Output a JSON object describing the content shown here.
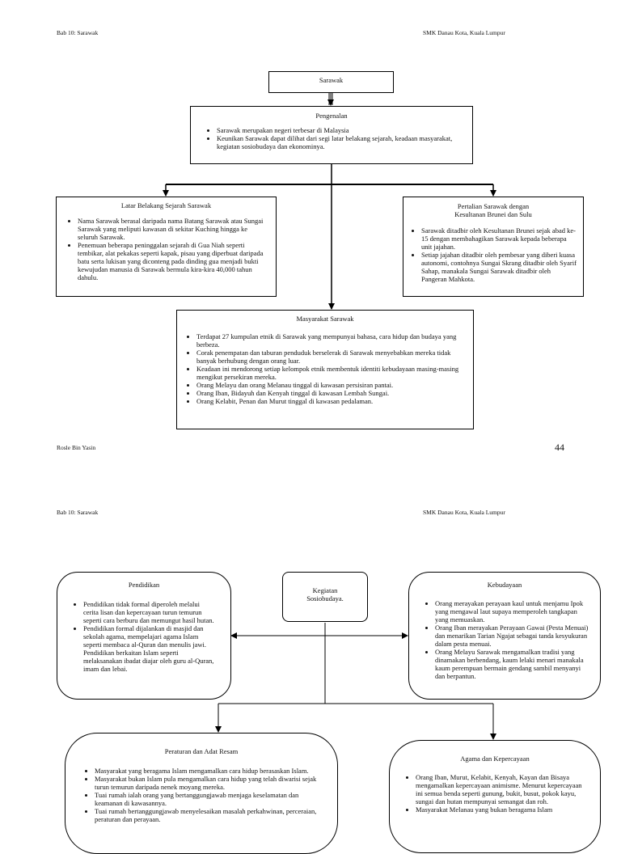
{
  "page1": {
    "header_left": "Bab 10: Sarawak",
    "header_right": "SMK Danau Kota, Kuala Lumpur",
    "top_title": "Sarawak",
    "pengenalan": {
      "title": "Pengenalan",
      "items": [
        "Sarawak merupakan negeri terbesar di Malaysia",
        "Keunikan Sarawak dapat dilihat dari segi latar belakang sejarah, keadaan masyarakat, kegiatan sosiobudaya dan ekonominya."
      ]
    },
    "sejarah": {
      "title": "Latar Belakang Sejarah Sarawak",
      "items": [
        "Nama Sarawak berasal daripada nama Batang Sarawak atau Sungai Sarawak yang meliputi kawasan di sekitar Kuching hingga ke seluruh Sarawak.",
        "Penemuan beberapa peninggalan sejarah di Gua Niah seperti tembikar, alat pekakas seperti kapak, pisau yang diperbuat daripada batu serta lukisan yang diconteng pada dinding gua menjadi bukti kewujudan manusia di Sarawak bermula kira-kira 40,000 tahun dahulu."
      ]
    },
    "pertalian": {
      "title_line1": "Pertalian Sarawak dengan",
      "title_line2": "Kesultanan Brunei dan Sulu",
      "items": [
        "Sarawak ditadbir oleh Kesultanan Brunei sejak abad ke-15 dengan membahagikan Sarawak kepada beberapa unit jajahan.",
        "Setiap jajahan ditadbir oleh pembesar yang diberi kuasa autonomi, contohnya Sungai Skrang ditadbir oleh Syarif Sahap, manakala Sungai Sarawak ditadbir oleh Pangeran Mahkota."
      ]
    },
    "masyarakat": {
      "title": "Masyarakat Sarawak",
      "items": [
        "Terdapat 27 kumpulan etnik di Sarawak yang mempunyai bahasa, cara hidup dan budaya yang berbeza.",
        "Corak penempatan dan taburan penduduk berselerak di Sarawak menyebabkan mereka tidak banyak berhubung dengan orang luar.",
        "Keadaan ini mendorong setiap kelompok etnik membentuk identiti kebudayaan masing-masing mengikut persekiran mereka.",
        "Orang Melayu dan orang Melanau tinggal di kawasan persisiran pantai.",
        "Orang Iban, Bidayuh dan Kenyah tinggal di kawasan Lembah Sungai.",
        "Orang Kelabit, Penan dan Murut tinggal di kawasan pedalaman."
      ]
    },
    "footer_left": "Rosle Bin Yasin",
    "page_number": "44"
  },
  "page2": {
    "header_left": "Bab 10: Sarawak",
    "header_right": "SMK Danau Kota, Kuala Lumpur",
    "center_title_line1": "Kegiatan",
    "center_title_line2": "Sosiobudaya.",
    "pendidikan": {
      "title": "Pendidikan",
      "items": [
        "Pendidikan tidak formal diperoleh melalui cerita lisan dan kepercayaan turun temurun seperti cara berburu dan memungut hasil hutan.",
        "Pendidikan formal dijalankan di masjid dan sekolah agama, mempelajari agama Islam seperti membaca al-Quran dan menulis jawi. Pendidikan berkaitan Islam seperti melaksanakan ibadat diajar oleh guru al-Quran, imam dan lebai."
      ]
    },
    "kebudayaan": {
      "title": "Kebudayaan",
      "items": [
        "Orang merayakan perayaan kaul untuk menjamu Ipok yang mengawal laut supaya memperoleh tangkapan yang memuaskan.",
        "Orang Iban merayakan Perayaan Gawai (Pesta Menuai) dan menarikan Tarian Ngajat sebagai tanda kesyukuran dalam pesta menuai.",
        "Orang Melayu Sarawak mengamalkan tradisi yang dinamakan berbendang, kaum lelaki menari manakala kaum perempuan bermain gendang sambil menyanyi dan berpantun."
      ]
    },
    "peraturan": {
      "title": "Peraturan dan Adat Resam",
      "items": [
        "Masyarakat yang beragama Islam mengamalkan cara hidup berasaskan Islam.",
        "Masyarakat bukan Islam pula mengamalkan cara hidup yang telah diwarisi sejak turun temurun daripada nenek moyang mereka.",
        "Tuai rumah ialah orang yang bertanggungjawab menjaga keselamatan dan keamanan di kawasannya.",
        "Tuai rumah bertanggungjawab menyelesaikan masalah perkahwinan, perceraian, peraturan dan perayaan."
      ]
    },
    "agama": {
      "title": "Agama dan Kepercayaan",
      "items": [
        "Orang Iban, Murut, Kelabit, Kenyah, Kayan dan Bisaya mengamalkan kepercayaan animisme. Menurut kepercayaan ini semua benda seperti gunung, bukit, busut, pokok kayu, sungai dan hutan mempunyai semangat dan roh.",
        "Masyarakat Melanau yang bukan beragama Islam"
      ]
    }
  }
}
